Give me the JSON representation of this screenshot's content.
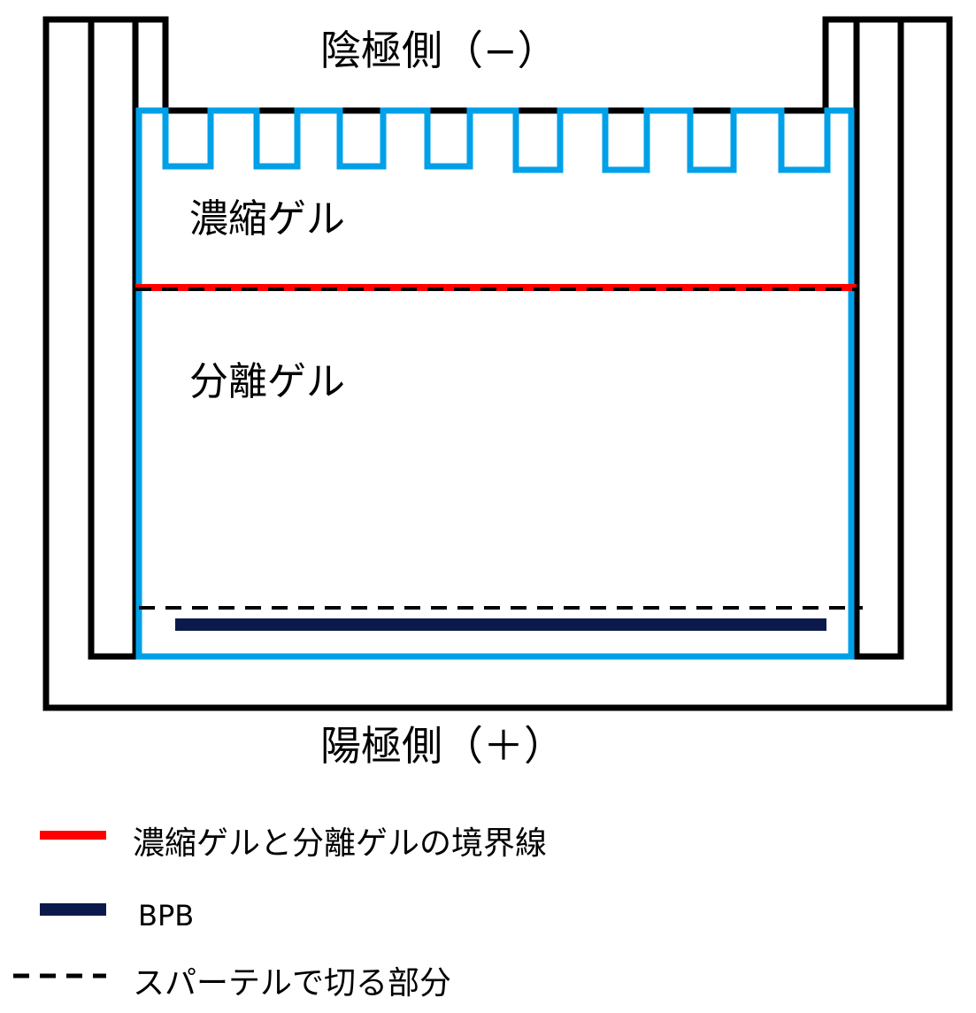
{
  "labels": {
    "cathode": "陰極側（−）",
    "anode": "陽極側（＋）",
    "stacking_gel": "濃縮ゲル",
    "separating_gel": "分離ゲル"
  },
  "legend": [
    {
      "marker": "solid",
      "color": "#ff0000",
      "text": "濃縮ゲルと分離ゲルの境界線"
    },
    {
      "marker": "solid",
      "color": "#0c1a4b",
      "text": "BPB"
    },
    {
      "marker": "dashed",
      "color": "#000000",
      "text": "スパーテルで切る部分"
    }
  ],
  "colors": {
    "frame": "#000000",
    "gel_outline": "#00a0e9",
    "boundary": "#ff0000",
    "bpb": "#0c1a4b",
    "cut_line": "#000000"
  }
}
